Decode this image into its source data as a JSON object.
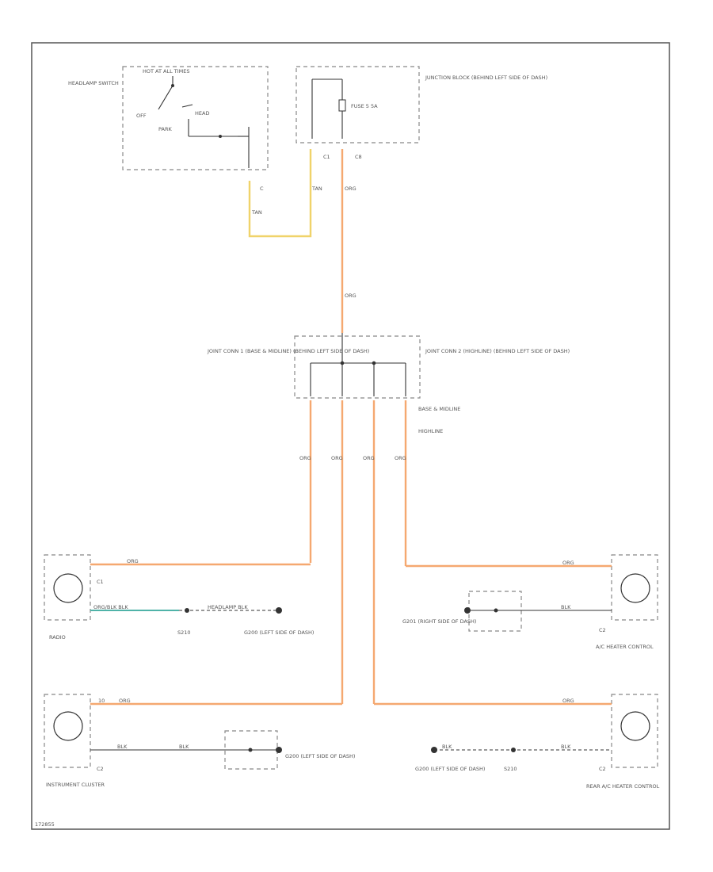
{
  "colors": {
    "orange": "#f5a870",
    "yellow": "#f0d36a",
    "teal": "#4fb3a8",
    "black": "#333333",
    "frame": "#555555"
  },
  "headlamp_switch": {
    "title": "HEADLAMP SWITCH",
    "hot_label": "HOT AT ALL TIMES",
    "off": "OFF",
    "park": "PARK",
    "head": "HEAD",
    "pin": "C"
  },
  "junction_block": {
    "title": "JUNCTION BLOCK (BEHIND LEFT SIDE OF DASH)",
    "fuse": "FUSE 5 5A",
    "pin_c": "C1",
    "pin_e": "C8"
  },
  "wires": {
    "tan": "TAN",
    "org": "ORG",
    "blk": "BLK",
    "org_blk": "ORG/BLK"
  },
  "joint_connector_1": {
    "title": "JOINT CONN 1 (BASE & MIDLINE) (BEHIND LEFT SIDE OF DASH)"
  },
  "joint_connector_2": {
    "title": "JOINT CONN 2 (HIGHLINE) (BEHIND LEFT SIDE OF DASH)",
    "base_midline": "BASE & MIDLINE",
    "highline": "HIGHLINE"
  },
  "radio": {
    "name": "RADIO",
    "connector": "C1",
    "ground_wire": "ORG/BLK BLK",
    "splice": "S210",
    "ground_ref": "HEADLAMP BLK",
    "ground": "G200 (LEFT SIDE OF DASH)"
  },
  "ac_heater": {
    "name": "A/C HEATER CONTROL",
    "connector": "C2",
    "ground": "G201 (RIGHT SIDE OF DASH)"
  },
  "instrument_cluster": {
    "name": "INSTRUMENT CLUSTER",
    "connector": "C2",
    "wire_pin": "10",
    "ground": "G200 (LEFT SIDE OF DASH)"
  },
  "rear_ac": {
    "name": "REAR A/C HEATER CONTROL",
    "connector": "C2",
    "splice": "S210",
    "ground": "G200 (LEFT SIDE OF DASH)"
  },
  "footer": {
    "code": "172855"
  }
}
